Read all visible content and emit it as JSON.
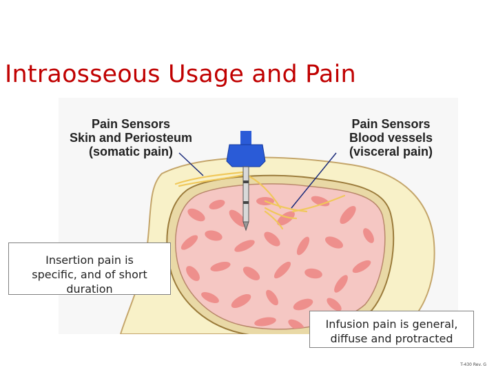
{
  "slide": {
    "title": "Intraosseous Usage and Pain",
    "footnote": "T-430 Rev. G"
  },
  "diagram": {
    "left_label": [
      "Pain Sensors",
      "Skin and Periosteum",
      "(somatic pain)"
    ],
    "right_label": [
      "Pain Sensors",
      "Blood vessels",
      "(visceral pain)"
    ]
  },
  "callouts": {
    "insertion": [
      "Insertion pain is",
      "specific, and of short",
      "duration"
    ],
    "infusion": [
      "Infusion pain is general,",
      "diffuse and protracted"
    ]
  },
  "colors": {
    "title": "#c00000",
    "skin": "#f8f1c8",
    "cortex": "#e9d9a6",
    "marrow": "#f5c7c3",
    "trabecula": "#ee8f8c",
    "needle": "#2a5bd7",
    "nerve": "#f0c85a"
  }
}
